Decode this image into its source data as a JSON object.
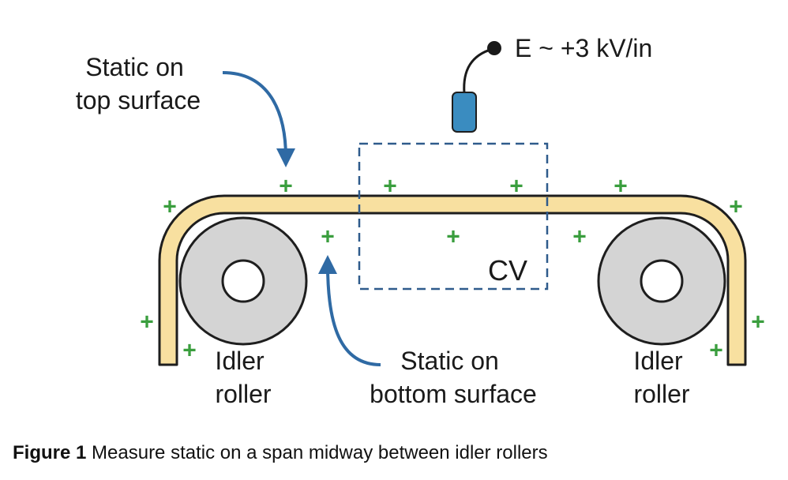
{
  "diagram": {
    "field_label": "E ~ +3 kV/in",
    "top_label": [
      "Static on",
      "top surface"
    ],
    "bottom_label": [
      "Static on",
      "bottom surface"
    ],
    "cv_label": "CV",
    "left_roller_label": [
      "Idler",
      "roller"
    ],
    "right_roller_label": [
      "Idler",
      "roller"
    ],
    "charge_symbol": "+",
    "colors": {
      "web_fill": "#f8e0a0",
      "web_stroke": "#1e1e1e",
      "roller_fill": "#d4d4d4",
      "roller_stroke": "#1e1e1e",
      "plus": "#3a9e3e",
      "arrow": "#2f6aa4",
      "probe": "#3a8cc0",
      "cv_box": "#2f5b8c"
    }
  },
  "caption": {
    "figure_number": "Figure 1",
    "text": "Measure static on a span midway between idler rollers"
  }
}
